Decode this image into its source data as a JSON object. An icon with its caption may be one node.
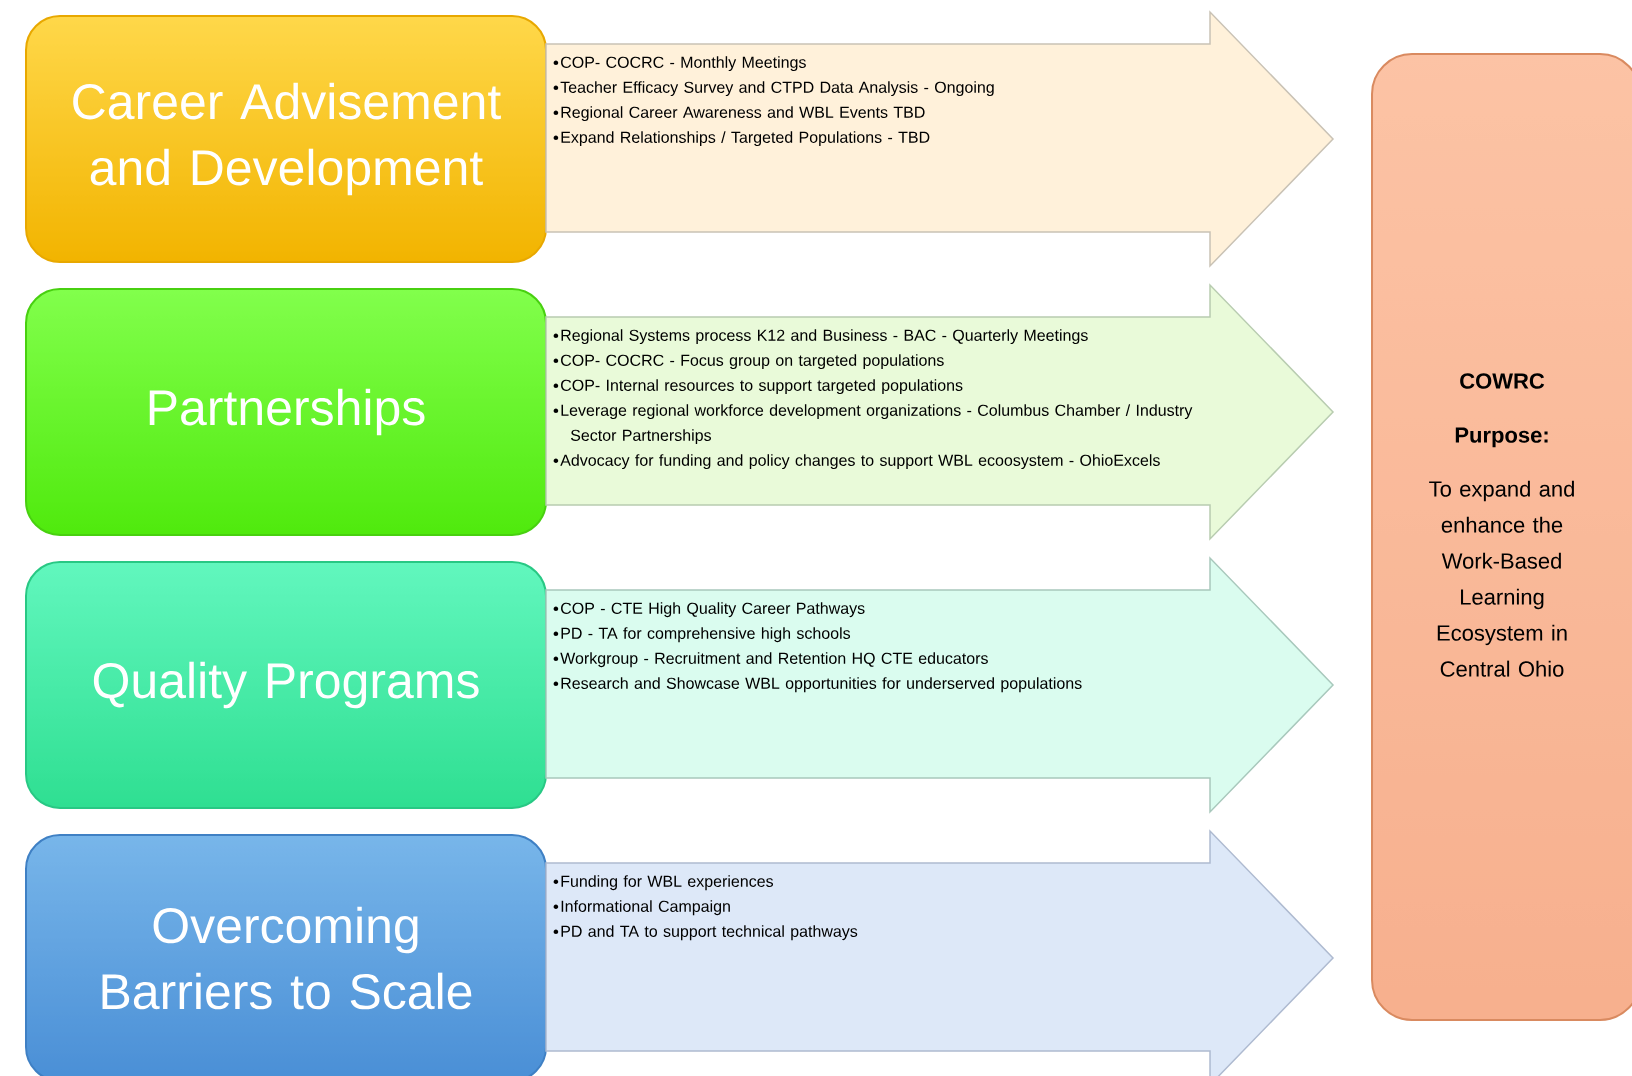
{
  "diagram": {
    "nodes": [
      {
        "text": [
          "Career Advisement and Development"
        ]
      },
      {
        "text": [
          "COP- COCRC - Monthly Meetings",
          "Teacher Efficacy Survey and CTPD Data Analysis - Ongoing",
          "Regional Career Awareness and WBL Events TBD",
          "Expand Relationships / Targeted Populations - TBD"
        ]
      },
      {
        "text": [
          "Partnerships"
        ]
      },
      {
        "text": [
          "Regional Systems process K12 and Business - BAC - Quarterly Meetings",
          "COP- COCRC - Focus group on targeted populations",
          "COP- Internal resources to support targeted populations",
          "Leverage regional workforce development organizations - Columbus Chamber / Industry Sector Partnerships",
          "Advocacy for funding and policy changes to support WBL ecoosystem - OhioExcels"
        ]
      },
      {
        "text": [
          "Quality Programs"
        ]
      },
      {
        "text": [
          "COP - CTE High Quality Career Pathways",
          "PD - TA for comprehensive high schools",
          "Workgroup - Recruitment and Retention HQ CTE educators",
          "Research and Showcase WBL opportunities for underserved populations"
        ]
      },
      {
        "text": [
          "Overcoming Barriers to Scale"
        ]
      },
      {
        "text": [
          "Funding for WBL experiences",
          "Informational Campaign",
          "PD and TA to support technical pathways"
        ]
      },
      {
        "text": [
          "COWRC",
          "Purpose:",
          "To expand and enhance the Work-Based Learning Ecosystem in Central Ohio"
        ]
      }
    ]
  }
}
